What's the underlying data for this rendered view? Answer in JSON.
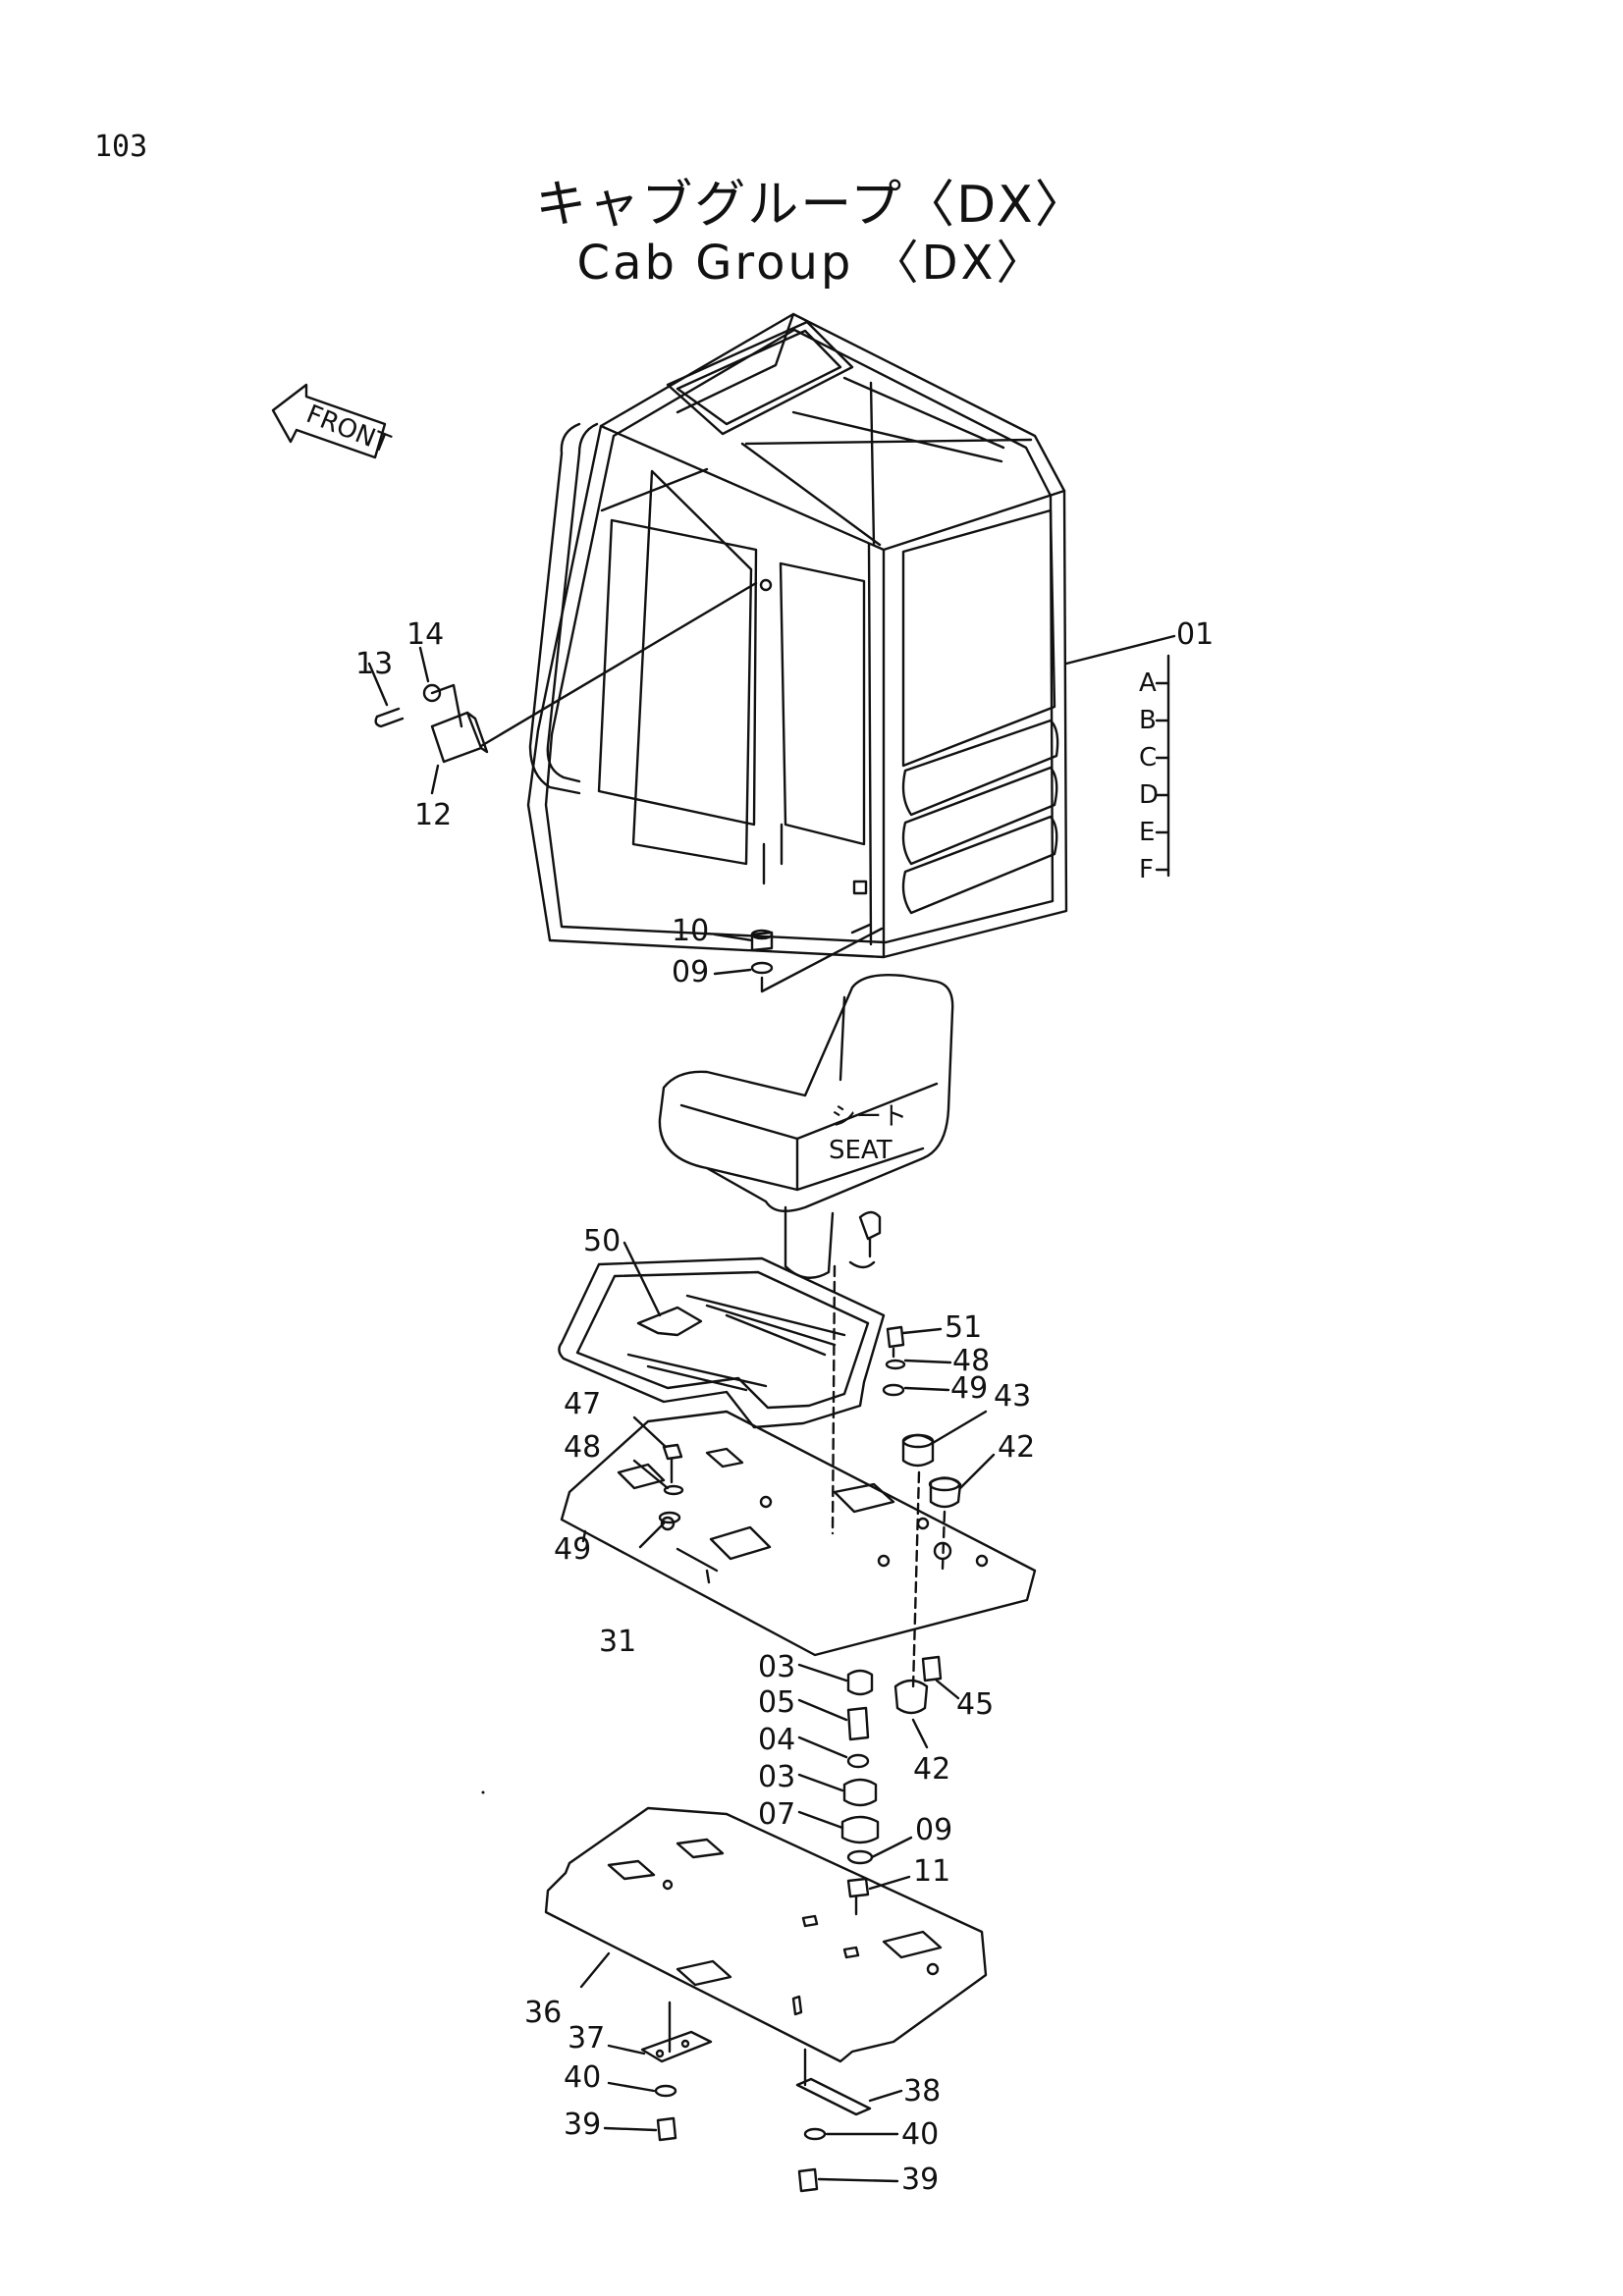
{
  "page": {
    "number": "103"
  },
  "title": {
    "japanese": "キャブグループ〈DX〉",
    "english": "Cab Group 〈DX〉"
  },
  "front_indicator": "FRONT",
  "seat_label": {
    "japanese": "シート",
    "english": "SEAT"
  },
  "cab_variants": [
    "A",
    "B",
    "C",
    "D",
    "E",
    "F"
  ],
  "part_labels": {
    "p01": "01",
    "p03a": "03",
    "p03b": "03",
    "p04": "04",
    "p05": "05",
    "p07": "07",
    "p09a": "09",
    "p09b": "09",
    "p10": "10",
    "p11": "11",
    "p12": "12",
    "p13": "13",
    "p14": "14",
    "p31": "31",
    "p36": "36",
    "p37": "37",
    "p38": "38",
    "p39a": "39",
    "p39b": "39",
    "p40a": "40",
    "p40b": "40",
    "p42a": "42",
    "p42b": "42",
    "p43": "43",
    "p45": "45",
    "p47": "47",
    "p48a": "48",
    "p48b": "48",
    "p49a": "49",
    "p49b": "49",
    "p50": "50",
    "p51": "51"
  }
}
